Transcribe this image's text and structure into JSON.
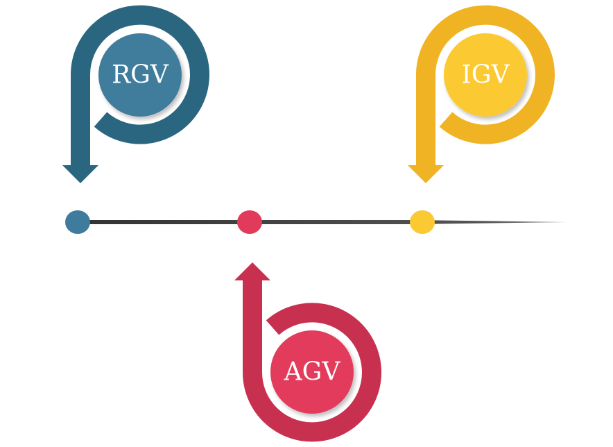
{
  "nodes": [
    {
      "label": "RGV",
      "ring_color": "#2b6680",
      "circle_color": "#3f7b9c"
    },
    {
      "label": "AGV",
      "ring_color": "#c8304f",
      "circle_color": "#e23a5b"
    },
    {
      "label": "IGV",
      "ring_color": "#f0b323",
      "circle_color": "#fbc932"
    }
  ],
  "timeline_color": "#444444"
}
